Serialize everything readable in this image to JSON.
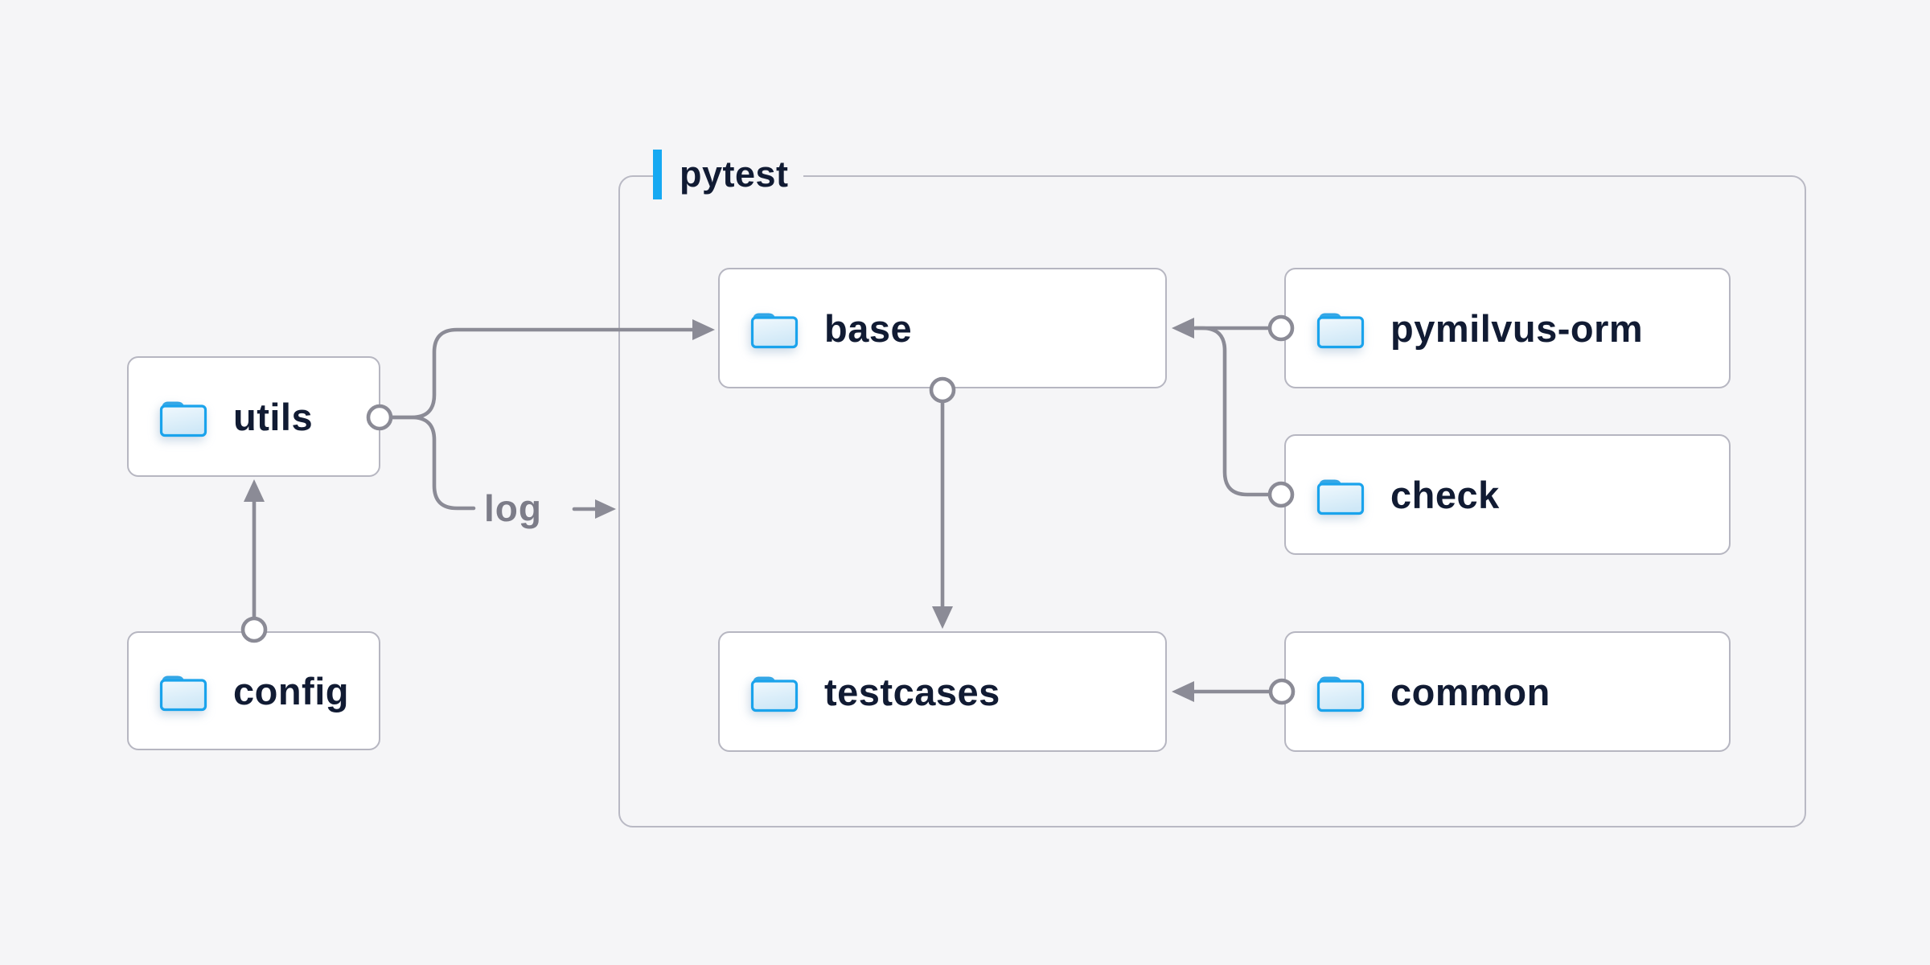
{
  "diagram": {
    "group": {
      "label": "pytest"
    },
    "nodes": [
      {
        "id": "utils",
        "label": "utils"
      },
      {
        "id": "config",
        "label": "config"
      },
      {
        "id": "base",
        "label": "base"
      },
      {
        "id": "pymilvus_orm",
        "label": "pymilvus-orm"
      },
      {
        "id": "check",
        "label": "check"
      },
      {
        "id": "testcases",
        "label": "testcases"
      },
      {
        "id": "common",
        "label": "common"
      }
    ],
    "edges": [
      {
        "from": "config",
        "to": "utils",
        "label": ""
      },
      {
        "from": "utils",
        "to": "base",
        "label": ""
      },
      {
        "from": "utils",
        "to": "pytest-group",
        "label": "log"
      },
      {
        "from": "pymilvus_orm",
        "to": "base",
        "label": ""
      },
      {
        "from": "check",
        "to": "base",
        "label": ""
      },
      {
        "from": "base",
        "to": "testcases",
        "label": ""
      },
      {
        "from": "common",
        "to": "testcases",
        "label": ""
      }
    ],
    "colors": {
      "background": "#f5f5f7",
      "node_bg": "#ffffff",
      "node_border": "#b6b6c1",
      "group_border": "#b9b9c4",
      "accent_blue": "#16a9f2",
      "connector_gray": "#8b8b96",
      "text_dark": "#111b33",
      "text_gray": "#7c7c88",
      "folder_blue": "#1aa3ec"
    }
  }
}
